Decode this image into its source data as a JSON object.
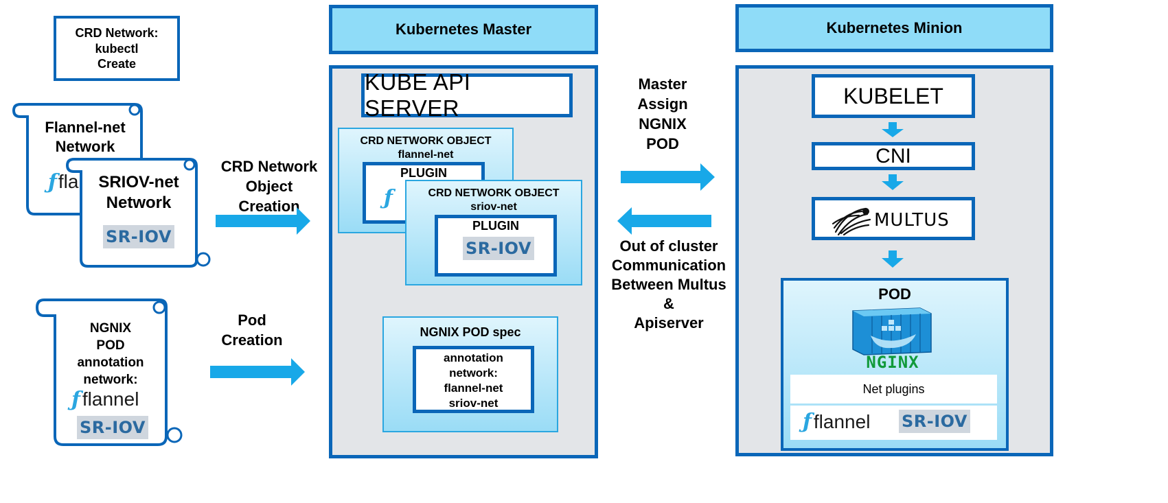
{
  "left": {
    "crd_box": [
      "CRD Network:",
      "kubectl",
      "Create"
    ],
    "flannel_scroll": {
      "title_lines": [
        "Flannel-net",
        "Network"
      ],
      "logo_text": "fla"
    },
    "sriov_scroll": {
      "title_lines": [
        "SRIOV-net",
        "Network"
      ],
      "badge": "SR-IOV"
    },
    "ngnix_scroll": {
      "lines": [
        "NGNIX",
        "POD",
        "annotation",
        "network:"
      ],
      "flannel_logo": "flannel",
      "badge": "SR-IOV"
    },
    "arrow_crd_label": [
      "CRD Network",
      "Object",
      "Creation"
    ],
    "arrow_pod_label": [
      "Pod",
      "Creation"
    ]
  },
  "master": {
    "header": "Kubernetes Master",
    "api_server": "KUBE API SERVER",
    "crd_flannel": {
      "title_lines": [
        "CRD NETWORK  OBJECT",
        "flannel-net"
      ],
      "plugin": "PLUGIN"
    },
    "crd_sriov": {
      "title_lines": [
        "CRD NETWORK  OBJECT",
        "sriov-net"
      ],
      "plugin": "PLUGIN",
      "badge": "SR-IOV"
    },
    "pod_spec": {
      "title": "NGNIX POD spec",
      "lines": [
        "annotation",
        "network:",
        "flannel-net",
        "sriov-net"
      ]
    }
  },
  "middle": {
    "assign_label": [
      "Master",
      "Assign",
      "NGNIX",
      "POD"
    ],
    "comm_label": [
      "Out of cluster",
      "Communication",
      "Between Multus",
      "&",
      "Apiserver"
    ]
  },
  "minion": {
    "header": "Kubernetes Minion",
    "kubelet": "KUBELET",
    "cni": "CNI",
    "multus": "MULTUS",
    "pod": {
      "title": "POD",
      "nginx": "NGINX",
      "net_plugins": "Net plugins",
      "flannel": "flannel",
      "badge": "SR-IOV"
    }
  },
  "colors": {
    "border": "#0a66b8",
    "arrow": "#18a8e8",
    "header_fill": "#8fdcf8",
    "panel": "#e3e5e8",
    "nginx": "#119a3a"
  },
  "icons": [
    "flannel-logo-icon",
    "multus-logo-icon",
    "docker-container-icon",
    "nginx-logo-icon",
    "scroll-icon",
    "arrow-icon"
  ]
}
